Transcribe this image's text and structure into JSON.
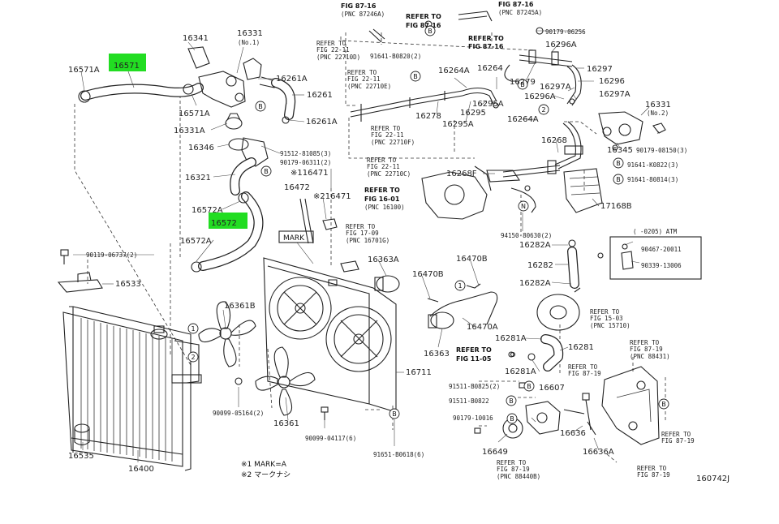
{
  "labels": [
    {
      "t": "16341"
    },
    {
      "t": "16331"
    },
    {
      "t": "(No.1)"
    },
    {
      "t": "16571A"
    },
    {
      "t": "16571"
    },
    {
      "t": "16261A"
    },
    {
      "t": "16261"
    },
    {
      "t": "16571A"
    },
    {
      "t": "16261A"
    },
    {
      "t": "16331A"
    },
    {
      "t": "16346"
    },
    {
      "t": "91512-81085(3)"
    },
    {
      "t": "90179-06311(2)"
    },
    {
      "t": "16321"
    },
    {
      "t": "※116471"
    },
    {
      "t": "16472"
    },
    {
      "t": "※216471"
    },
    {
      "t": "16572A"
    },
    {
      "t": "16572"
    },
    {
      "t": "16572A"
    },
    {
      "t": "90119-06737(2)"
    },
    {
      "t": "16533"
    },
    {
      "t": "16361B"
    },
    {
      "t": "16363A"
    },
    {
      "t": "16470B"
    },
    {
      "t": "16470B"
    },
    {
      "t": "16470A"
    },
    {
      "t": "16363"
    },
    {
      "t": "16711"
    },
    {
      "t": "90099-05164(2)"
    },
    {
      "t": "16361"
    },
    {
      "t": "90099-04117(6)"
    },
    {
      "t": "91651-B0618(6)"
    },
    {
      "t": "16535"
    },
    {
      "t": "16400"
    },
    {
      "t": "90179-06256"
    },
    {
      "t": "16296A"
    },
    {
      "t": "16297"
    },
    {
      "t": "16296"
    },
    {
      "t": "16297A"
    },
    {
      "t": "16264A"
    },
    {
      "t": "16264"
    },
    {
      "t": "16279"
    },
    {
      "t": "16297A"
    },
    {
      "t": "16296A"
    },
    {
      "t": "16278"
    },
    {
      "t": "16295A"
    },
    {
      "t": "16295"
    },
    {
      "t": "16295A"
    },
    {
      "t": "16264A"
    },
    {
      "t": "16331"
    },
    {
      "t": "(No.2)"
    },
    {
      "t": "16345"
    },
    {
      "t": "90179-08150(3)"
    },
    {
      "t": "16268"
    },
    {
      "t": "91641-K0822(3)"
    },
    {
      "t": "16268F"
    },
    {
      "t": "91641-80814(3)"
    },
    {
      "t": "17168B"
    },
    {
      "t": "94150-80630(2)"
    },
    {
      "t": "16282A"
    },
    {
      "t": "16282"
    },
    {
      "t": "16282A"
    },
    {
      "t": "16281A"
    },
    {
      "t": "16281"
    },
    {
      "t": "16281A"
    },
    {
      "t": "91511-B0825(2)"
    },
    {
      "t": "91511-B0822"
    },
    {
      "t": "16607"
    },
    {
      "t": "90179-10016"
    },
    {
      "t": "16649"
    },
    {
      "t": "16636"
    },
    {
      "t": "16636A"
    },
    {
      "t": "91641-B0820(2)"
    },
    {
      "t": "90467-20011"
    },
    {
      "t": "90339-13006"
    },
    {
      "t": "(    -0205) ATM"
    },
    {
      "t": "MARK"
    },
    {
      "t": "160742J"
    },
    {
      "t": "※1 MARK=A"
    },
    {
      "t": "※2 マークナシ"
    }
  ],
  "refs": [
    {
      "l1": "FIG 87-16",
      "l2": "(PNC 87246A)"
    },
    {
      "l1": "REFER TO",
      "l2": "FIG 87-16"
    },
    {
      "l1": "FIG 87-16",
      "l2": "(PNC 87245A)"
    },
    {
      "l1": "REFER TO",
      "l2": "FIG 87-16"
    },
    {
      "l1": "REFER TO",
      "l2": "FIG 22-11",
      "l3": "(PNC 22710D)"
    },
    {
      "l1": "REFER TO",
      "l2": "FIG 22-11",
      "l3": "(PNC 22710E)"
    },
    {
      "l1": "REFER TO",
      "l2": "FIG 22-11",
      "l3": "(PNC 22710F)"
    },
    {
      "l1": "REFER TO",
      "l2": "FIG 22-11",
      "l3": "(PNC 22710C)"
    },
    {
      "l1": "REFER TO",
      "l2": "FIG 16-01",
      "l3": "(PNC 16100)"
    },
    {
      "l1": "REFER TO",
      "l2": "FIG 17-09",
      "l3": "(PNC 16701G)"
    },
    {
      "l1": "REFER TO",
      "l2": "FIG 15-03",
      "l3": "(PNC 15710)"
    },
    {
      "l1": "REFER TO",
      "l2": "FIG 11-05"
    },
    {
      "l1": "REFER TO",
      "l2": "FIG 87-19",
      "l3": "(PNC 88431)"
    },
    {
      "l1": "REFER TO",
      "l2": "FIG 87-19"
    },
    {
      "l1": "REFER TO",
      "l2": "FIG 87-19"
    },
    {
      "l1": "REFER TO",
      "l2": "FIG 87-19",
      "l3": "(PNC 88440B)"
    },
    {
      "l1": "REFER TO",
      "l2": "FIG 87-19"
    }
  ],
  "circles": [
    "B",
    "B",
    "B",
    "B",
    "B",
    "B",
    "B",
    "B",
    "B",
    "B",
    "B",
    "B",
    "N",
    "1",
    "2",
    "1",
    "2"
  ],
  "highlight_color": "#22dd22"
}
